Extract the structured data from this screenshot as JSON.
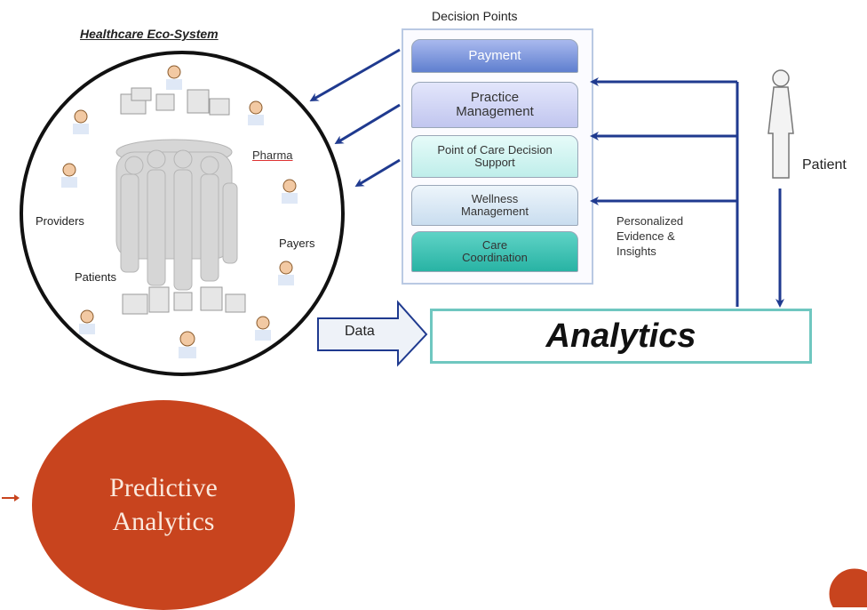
{
  "ecosystem": {
    "title": "Healthcare Eco-System",
    "labels": {
      "pharma": "Pharma",
      "providers": "Providers",
      "payers": "Payers",
      "patients": "Patients"
    }
  },
  "decision_points": {
    "title": "Decision Points",
    "items": [
      {
        "label": "Payment"
      },
      {
        "label": "Practice Management"
      },
      {
        "label": "Point of Care Decision Support"
      },
      {
        "label": "Wellness Management"
      },
      {
        "label": "Care Coordination"
      }
    ]
  },
  "flow": {
    "data_label": "Data",
    "analytics_label": "Analytics",
    "insights_lines": [
      "Personalized",
      "Evidence &",
      "Insights"
    ],
    "patient_label": "Patient"
  },
  "predictive": {
    "line1": "Predictive",
    "line2": "Analytics"
  },
  "colors": {
    "arrow_blue": "#1f3a8f",
    "analytics_border": "#6fc7c0",
    "predictive_fill": "#c8441e",
    "payment": "#6f8fd6",
    "practice": "#c9cdf2",
    "point_of_care": "#c9f1ee",
    "wellness": "#d4e6f2",
    "care": "#33bfb0"
  }
}
